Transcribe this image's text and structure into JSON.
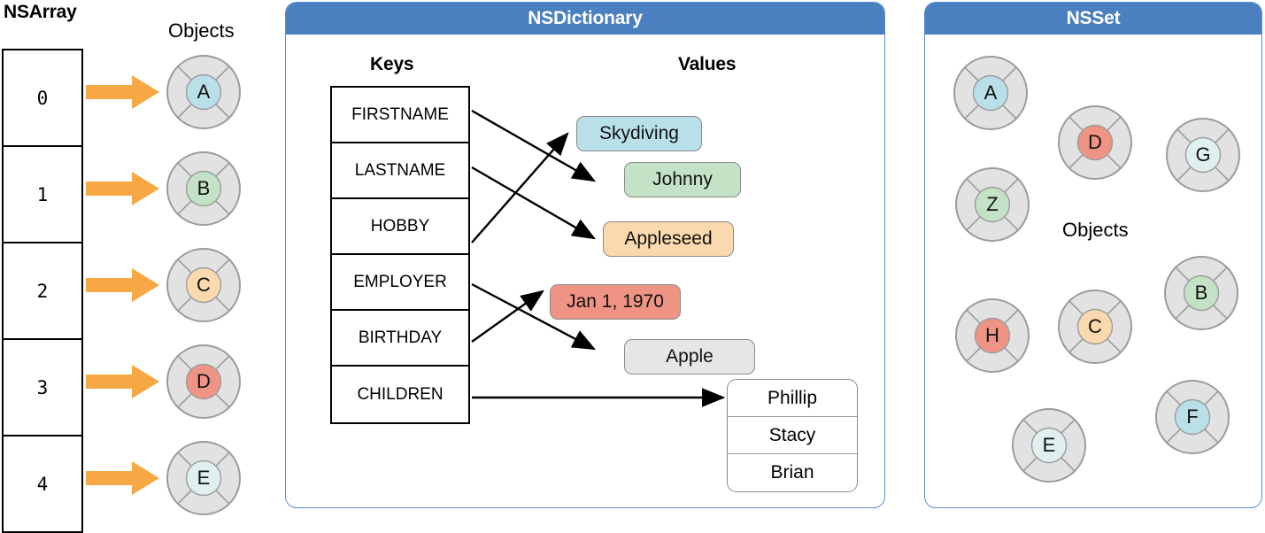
{
  "nsarray": {
    "title": "NSArray",
    "objects_label": "Objects",
    "indices": [
      "0",
      "1",
      "2",
      "3",
      "4"
    ],
    "arrow_icon": "orange-right-arrow",
    "objects": [
      {
        "letter": "A",
        "color": "#b9dfe8"
      },
      {
        "letter": "B",
        "color": "#c4e2c6"
      },
      {
        "letter": "C",
        "color": "#fbd9ae"
      },
      {
        "letter": "D",
        "color": "#ef9484"
      },
      {
        "letter": "E",
        "color": "#e0eff0"
      }
    ]
  },
  "nsdictionary": {
    "title": "NSDictionary",
    "keys_label": "Keys",
    "values_label": "Values",
    "keys": [
      "FIRSTNAME",
      "LASTNAME",
      "HOBBY",
      "EMPLOYER",
      "BIRTHDAY",
      "CHILDREN"
    ],
    "values": [
      {
        "text": "Skydiving",
        "color": "#b9dfe8"
      },
      {
        "text": "Johnny",
        "color": "#c4e2c6"
      },
      {
        "text": "Appleseed",
        "color": "#fbd9ae"
      },
      {
        "text": "Jan 1, 1970",
        "color": "#ef9484"
      },
      {
        "text": "Apple",
        "color": "#e6e6e6"
      }
    ],
    "children": [
      "Phillip",
      "Stacy",
      "Brian"
    ],
    "mappings": [
      {
        "key": "FIRSTNAME",
        "value": "Johnny"
      },
      {
        "key": "LASTNAME",
        "value": "Appleseed"
      },
      {
        "key": "HOBBY",
        "value": "Skydiving"
      },
      {
        "key": "EMPLOYER",
        "value": "Apple"
      },
      {
        "key": "BIRTHDAY",
        "value": "Jan 1, 1970"
      },
      {
        "key": "CHILDREN",
        "value": "children-list"
      }
    ]
  },
  "nsset": {
    "title": "NSSet",
    "objects_label": "Objects",
    "objects": [
      {
        "letter": "A",
        "color": "#b9dfe8"
      },
      {
        "letter": "D",
        "color": "#ef9484"
      },
      {
        "letter": "G",
        "color": "#e0eff0"
      },
      {
        "letter": "Z",
        "color": "#c4e2c6"
      },
      {
        "letter": "B",
        "color": "#c4e2c6"
      },
      {
        "letter": "H",
        "color": "#ef9484"
      },
      {
        "letter": "C",
        "color": "#fbd9ae"
      },
      {
        "letter": "E",
        "color": "#e0eff0"
      },
      {
        "letter": "F",
        "color": "#b9dfe8"
      }
    ]
  },
  "colors": {
    "panel_header": "#4a7fc0",
    "panel_border": "#5b8fd0",
    "arrow_orange": "#f5a843",
    "token_ring": "#e2e2e2",
    "token_stroke": "#9c9c9c"
  }
}
